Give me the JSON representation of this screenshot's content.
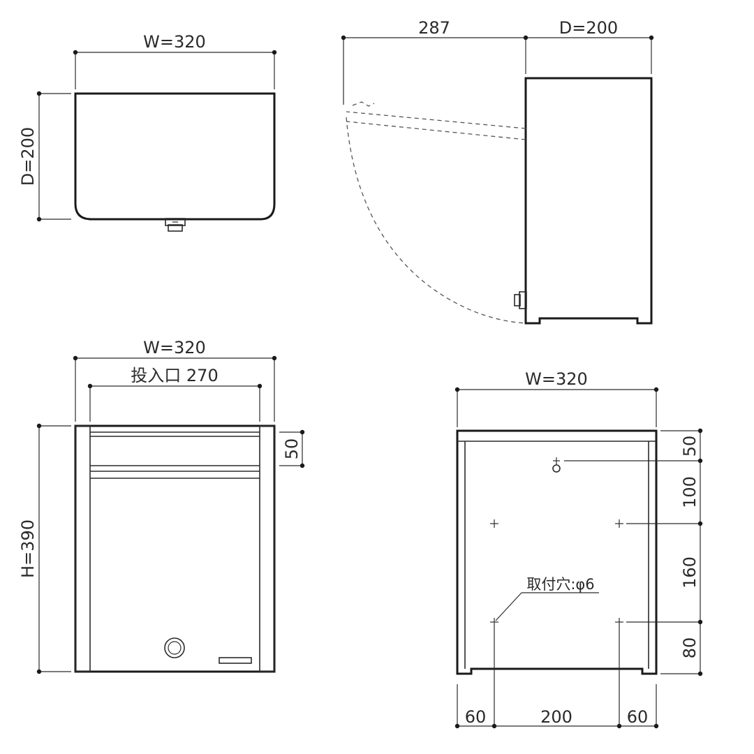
{
  "top_view": {
    "width_label": "W=320",
    "depth_label": "D=200"
  },
  "side_view": {
    "swing_label": "287",
    "depth_label": "D=200"
  },
  "front_view": {
    "width_label": "W=320",
    "slot_label": "投入口 270",
    "slot_height_label": "50",
    "height_label": "H=390"
  },
  "back_view": {
    "width_label": "W=320",
    "hole_note": "取付穴:φ6",
    "right_dims": [
      "50",
      "100",
      "160",
      "80"
    ],
    "bottom_dims": [
      "60",
      "200",
      "60"
    ]
  }
}
